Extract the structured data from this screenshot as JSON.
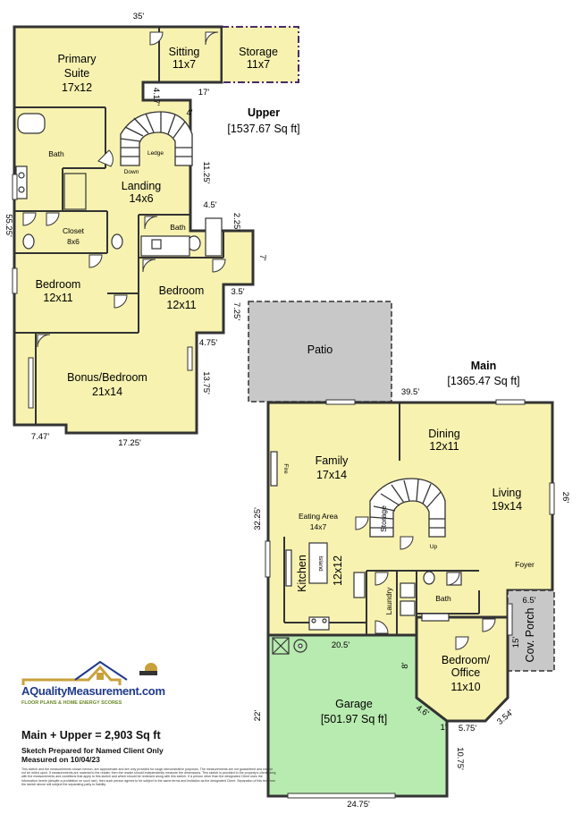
{
  "floors": {
    "upper": {
      "title": "Upper",
      "area": "[1537.67 Sq ft]"
    },
    "main": {
      "title": "Main",
      "area": "[1365.47 Sq ft]"
    }
  },
  "rooms": {
    "primary_suite": {
      "name_line1": "Primary",
      "name_line2": "Suite",
      "size": "17x12"
    },
    "sitting": {
      "name": "Sitting",
      "size": "11x7"
    },
    "storage_upper": {
      "name": "Storage",
      "size": "11x7"
    },
    "landing": {
      "name": "Landing",
      "size": "14x6"
    },
    "closet": {
      "name": "Closet",
      "size": "8x6"
    },
    "bath_upper_left": {
      "name": "Bath"
    },
    "bath_upper_mid": {
      "name": "Bath"
    },
    "bedroom_left": {
      "name": "Bedroom",
      "size": "12x11"
    },
    "bedroom_mid": {
      "name": "Bedroom",
      "size": "12x11"
    },
    "bonus": {
      "name": "Bonus/Bedroom",
      "size": "21x14"
    },
    "patio": {
      "name": "Patio"
    },
    "family": {
      "name": "Family",
      "size": "17x14"
    },
    "dining": {
      "name": "Dining",
      "size": "12x11"
    },
    "living": {
      "name": "Living",
      "size": "19x14"
    },
    "eating": {
      "name": "Eating Area",
      "size": "14x7"
    },
    "kitchen": {
      "name": "Kitchen",
      "size": "12x12"
    },
    "storage_main": {
      "name": "Storage"
    },
    "laundry": {
      "name": "Laundry"
    },
    "bath_main": {
      "name": "Bath"
    },
    "foyer": {
      "name": "Foyer"
    },
    "cov_porch": {
      "name": "Cov. Porch"
    },
    "bedroom_office": {
      "name_line1": "Bedroom/",
      "name_line2": "Office",
      "size": "11x10"
    },
    "garage": {
      "name": "Garage",
      "area": "[501.97 Sq ft]"
    }
  },
  "labels": {
    "ledge": "Ledge",
    "down": "Down",
    "up": "Up",
    "fire": "Fire",
    "island": "Island"
  },
  "dimensions": {
    "upper_top": "35'",
    "upper_left": "55.25'",
    "sitting_bottom": "17'",
    "step_417": "4.17'",
    "step_4": "4'",
    "landing_right": "11.25'",
    "step_45": "4.5'",
    "step_225": "2.25'",
    "bay_7": "7'",
    "step_35": "3.5'",
    "bed_725": "7.25'",
    "step_475": "4.75'",
    "bonus_right": "13.75'",
    "bottom_747": "7.47'",
    "bottom_1725": "17.25'",
    "main_top": "39.5'",
    "main_left": "32.25'",
    "main_right": "26'",
    "porch_65": "6.5'",
    "porch_15": "15'",
    "garage_top": "20.5'",
    "garage_8": "8'",
    "garage_left": "22'",
    "garage_bottom": "24.75'",
    "bay_46": "4.6'",
    "bay_1": "1'",
    "bay_575": "5.75'",
    "bay_354": "3.54'",
    "garage_1075": "10.75'"
  },
  "branding": {
    "company": "AQualityMeasurement.com",
    "tagline": "FLOOR PLANS & HOME ENERGY SCORES"
  },
  "summary": {
    "total": "Main + Upper = 2,903 Sq ft",
    "prepared": "Sketch Prepared for Named Client Only",
    "measured": "Measured on 10/04/23",
    "disclaimer": "This sketch and the measurements shown hereon, are approximate and are only provided for rough demonstrative purposes. The measurements are not guaranteed and should not be relied upon. If measurements are material to the reader, then the reader should independently measure the dimensions. This sketch is provided to the property's client along with the measurements and conditions that apply to this sketch and which should be reviewed along with this sketch. If a person other than the designated Client uses the information herein (despite a prohibition on such use), then such person agrees to be subject to the same terms and limitation as the designated Client. Separation of this text from the sketch above will subject the separating party to liability."
  },
  "colors": {
    "floor": "#f7f2b0",
    "wall": "#333333",
    "patio": "#c8c8c8",
    "garage": "#b8ebb0",
    "porch": "#c8c8c8",
    "logo_blue": "#1f3a8a",
    "logo_gold": "#c9a13b"
  }
}
